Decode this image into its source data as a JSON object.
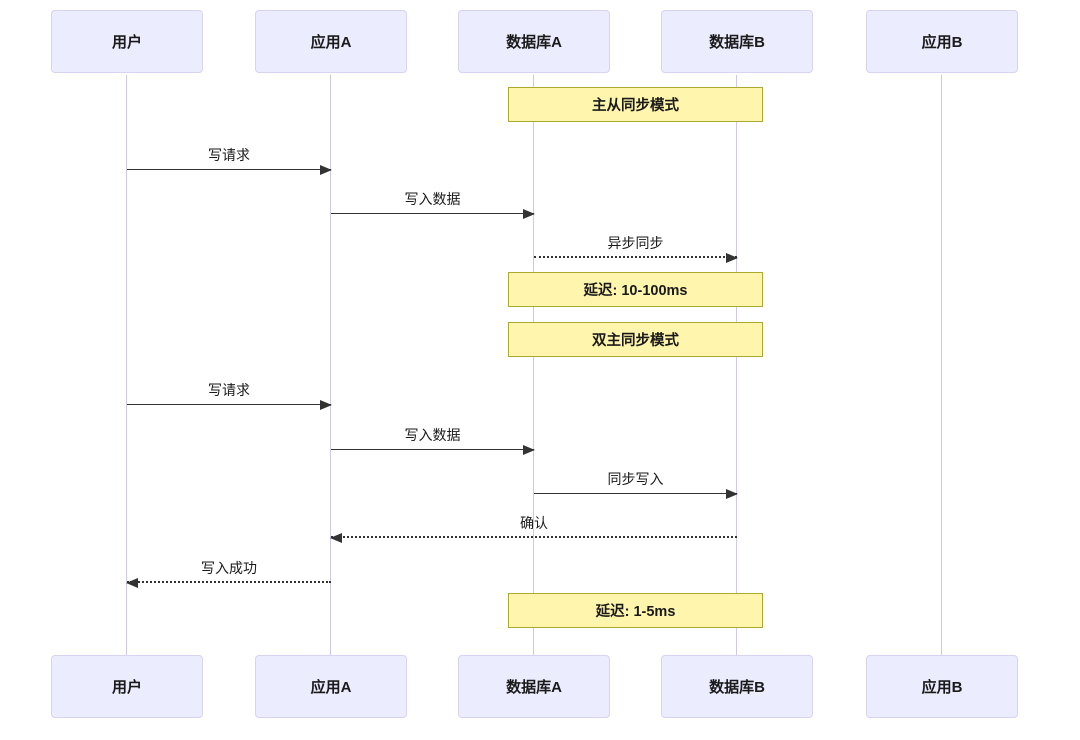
{
  "diagram": {
    "type": "sequence-diagram",
    "colors": {
      "background": "#ffffff",
      "actor_fill": "#ECECFF",
      "actor_border": "#D8D3F0",
      "lifeline": "#CFC8EC",
      "note_fill": "#FFF5AD",
      "note_border": "#AAAA33",
      "message_line": "#333333",
      "text": "#1a1a1a"
    },
    "actors": [
      {
        "label": "用户"
      },
      {
        "label": "应用A"
      },
      {
        "label": "数据库A"
      },
      {
        "label": "数据库B"
      },
      {
        "label": "应用B"
      }
    ],
    "notes": [
      {
        "text": "主从同步模式",
        "over": "数据库A,数据库B"
      },
      {
        "text": "延迟: 10-100ms",
        "over": "数据库A,数据库B"
      },
      {
        "text": "双主同步模式",
        "over": "数据库A,数据库B"
      },
      {
        "text": "延迟: 1-5ms",
        "over": "数据库A,数据库B"
      }
    ],
    "messages": [
      {
        "label": "写请求",
        "from": "用户",
        "to": "应用A",
        "line": "solid",
        "direction": "right"
      },
      {
        "label": "写入数据",
        "from": "应用A",
        "to": "数据库A",
        "line": "solid",
        "direction": "right"
      },
      {
        "label": "异步同步",
        "from": "数据库A",
        "to": "数据库B",
        "line": "dotted",
        "direction": "right"
      },
      {
        "label": "写请求",
        "from": "用户",
        "to": "应用A",
        "line": "solid",
        "direction": "right"
      },
      {
        "label": "写入数据",
        "from": "应用A",
        "to": "数据库A",
        "line": "solid",
        "direction": "right"
      },
      {
        "label": "同步写入",
        "from": "数据库A",
        "to": "数据库B",
        "line": "solid",
        "direction": "right"
      },
      {
        "label": "确认",
        "from": "数据库B",
        "to": "应用A",
        "line": "dotted",
        "direction": "left"
      },
      {
        "label": "写入成功",
        "from": "应用A",
        "to": "用户",
        "line": "dotted",
        "direction": "left"
      }
    ]
  }
}
